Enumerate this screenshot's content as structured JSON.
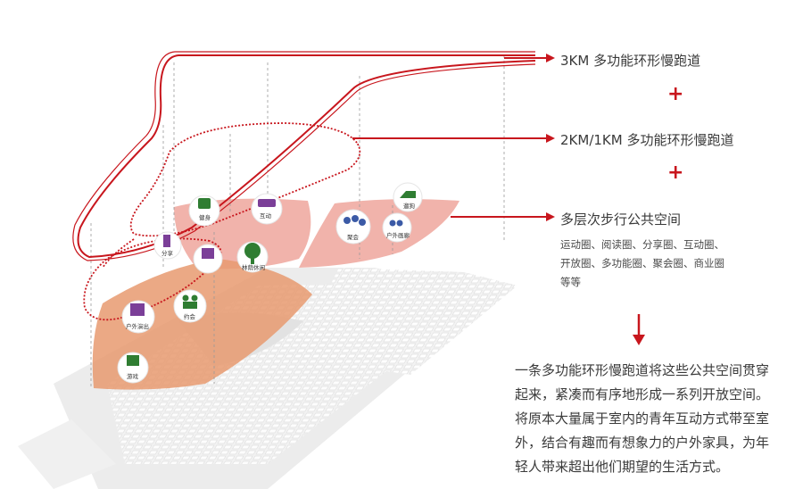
{
  "routes": [
    {
      "label": "3KM 多功能环形慢跑道"
    },
    {
      "label": "2KM/1KM 多功能环形慢跑道"
    },
    {
      "label": "多层次步行公共空间"
    }
  ],
  "plus_symbol": "+",
  "public_space_items": {
    "line1": "运动圈、阅读圈、分享圈、互动圈、",
    "line2": "开放圈、多功能圈、聚会圈、商业圈",
    "line3": "等等"
  },
  "description": {
    "line1": "一条多功能环形慢跑道将这些公共空间贯穿",
    "line2": "起来，紧凑而有序地形成一系列开放空间。",
    "line3": "将原本大量属于室内的青年互动方式带至室",
    "line4": "外，结合有趣而有想象力的户外家具，为年",
    "line5": "轻人带来超出他们期望的生活方式。"
  },
  "activity_icons": {
    "fitness": "健身",
    "interaction": "互动",
    "party": "聚会",
    "pet": "遛狗",
    "outdoor_gallery": "户外画廊",
    "sharing": "分享",
    "shade": "林荫休闲",
    "fishing": "约会",
    "performance": "户外演出",
    "game": "游戏"
  },
  "colors": {
    "accent_red": "#c8161d",
    "plaza_pink": "#eea69c",
    "plaza_orange": "#e79a70",
    "icon_green": "#2f7d32",
    "icon_purple": "#7b3f98",
    "icon_blue": "#3b5aa6"
  }
}
